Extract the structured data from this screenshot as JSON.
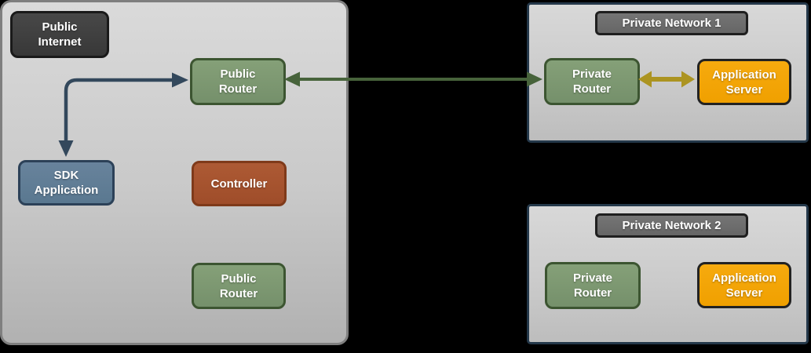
{
  "diagram": {
    "public_internet_zone": {
      "label_node": "Public\nInternet",
      "nodes": {
        "public_router_top": "Public\nRouter",
        "sdk_application": "SDK\nApplication",
        "controller": "Controller",
        "public_router_bottom": "Public\nRouter"
      }
    },
    "private_network_1": {
      "title": "Private Network 1",
      "nodes": {
        "private_router": "Private\nRouter",
        "application_server": "Application\nServer"
      }
    },
    "private_network_2": {
      "title": "Private Network 2",
      "nodes": {
        "private_router": "Private\nRouter",
        "application_server": "Application\nServer"
      }
    },
    "connectors": [
      {
        "name": "public-router-to-sdk-application",
        "style": "elbow",
        "heads": "both",
        "color": "#33485c"
      },
      {
        "name": "public-router-to-private-router-1",
        "style": "straight",
        "heads": "both",
        "color": "#47633b"
      },
      {
        "name": "private-router-1-to-application-server-1",
        "style": "straight",
        "heads": "both",
        "color": "#ac9421"
      }
    ],
    "colors": {
      "background": "#000000",
      "zone_fill": "#c9c9c9",
      "zone_border": "#7f7f7f",
      "private_zone_border": "#24384a",
      "dark_node_fill": "#3f3f3f",
      "green_node_fill": "#7d9871",
      "green_node_border": "#3c5531",
      "blue_node_fill": "#617e97",
      "blue_node_border": "#2c4158",
      "red_node_fill": "#a6532f",
      "red_node_border": "#7f3a1a",
      "orange_node_fill": "#f3a506",
      "title_fill": "#6e6e6e",
      "text": "#ffffff"
    }
  }
}
